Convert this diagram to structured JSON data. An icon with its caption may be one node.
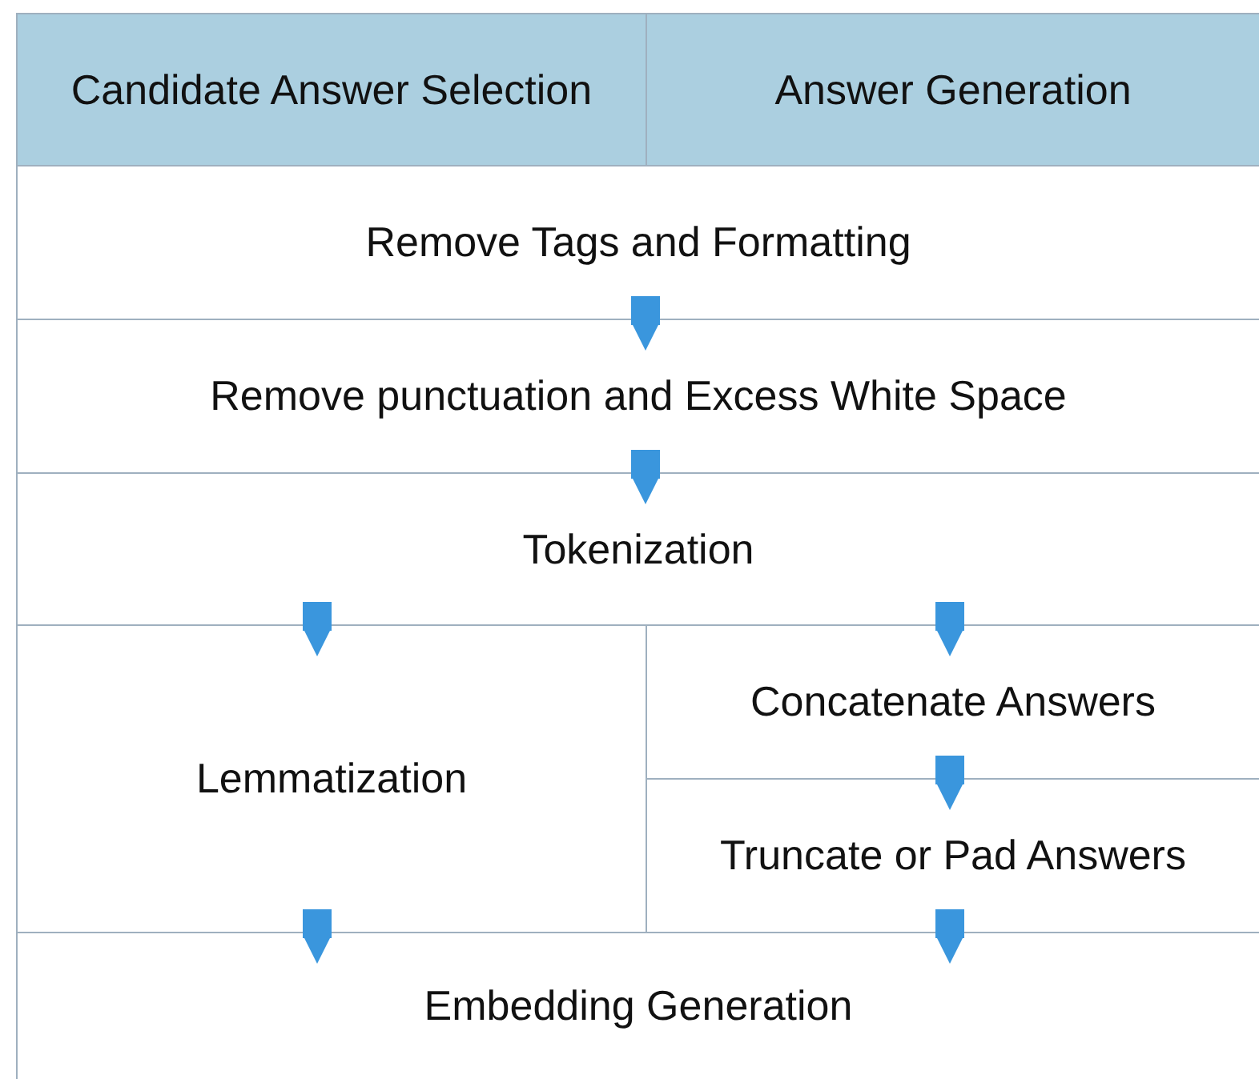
{
  "diagram": {
    "nodes": [
      {
        "text": [
          "Candidate Answer Selection"
        ]
      },
      {
        "text": [
          "Answer Generation"
        ]
      },
      {
        "text": [
          "Remove Tags and Formatting"
        ]
      },
      {
        "text": [
          "Remove punctuation and Excess White Space"
        ]
      },
      {
        "text": [
          "Tokenization"
        ]
      },
      {
        "text": [
          "Lemmatization"
        ]
      },
      {
        "text": [
          "Concatenate Answers"
        ]
      },
      {
        "text": [
          "Truncate or Pad Answers"
        ]
      },
      {
        "text": [
          "Embedding Generation"
        ]
      }
    ],
    "edges": [
      {
        "from": 2,
        "to": 3,
        "arrow": "to"
      },
      {
        "from": 3,
        "to": 4,
        "arrow": "to"
      },
      {
        "from": 4,
        "to": 5,
        "arrow": "to"
      },
      {
        "from": 4,
        "to": 6,
        "arrow": "to"
      },
      {
        "from": 6,
        "to": 7,
        "arrow": "to"
      },
      {
        "from": 5,
        "to": 8,
        "arrow": "to"
      },
      {
        "from": 7,
        "to": 8,
        "arrow": "to"
      }
    ]
  }
}
